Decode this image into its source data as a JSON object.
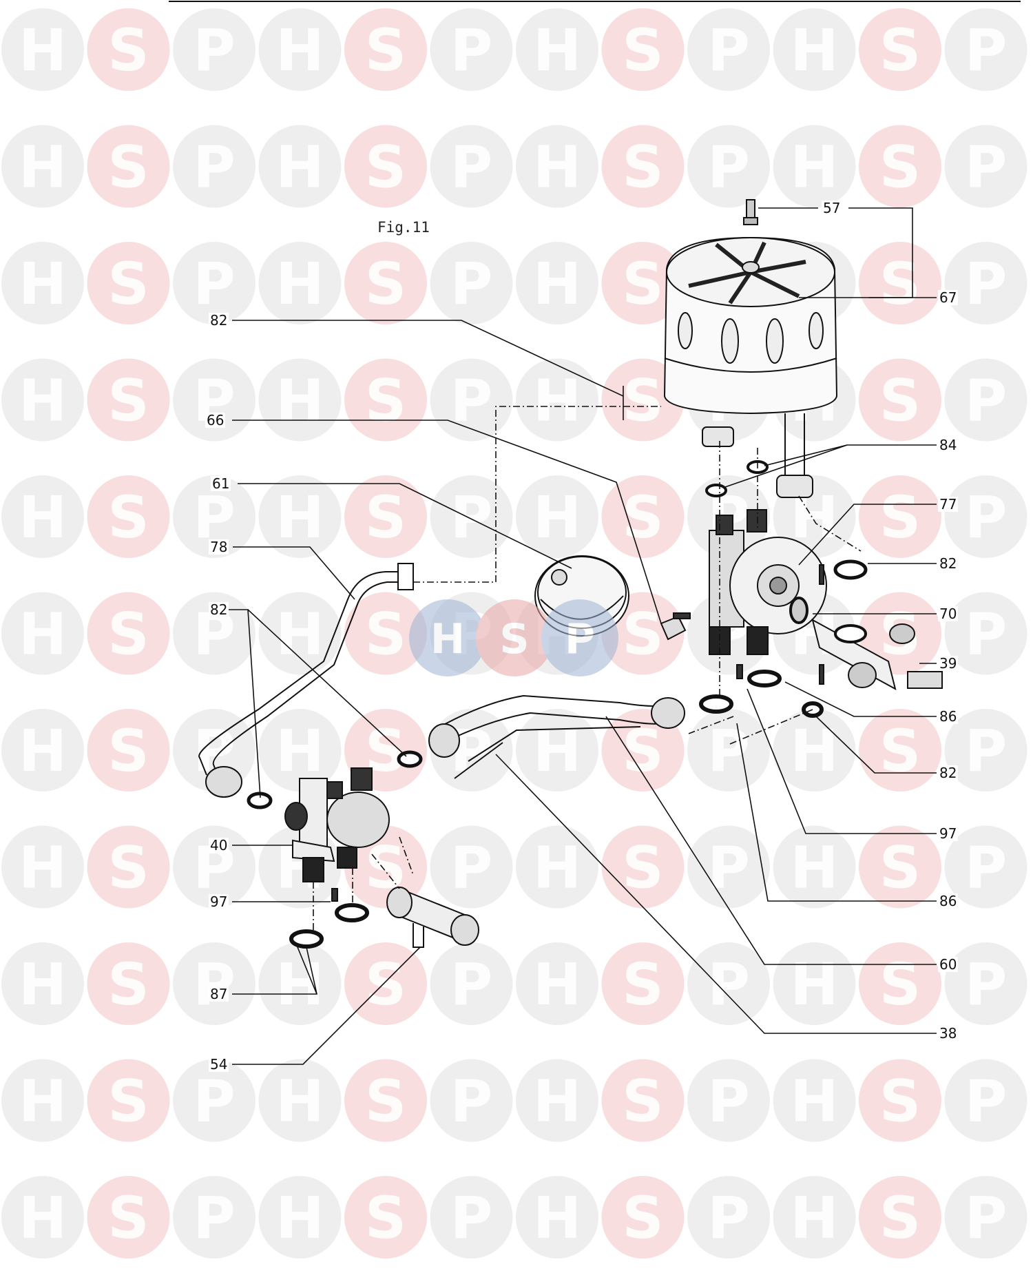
{
  "figure_title": "Fig.11",
  "watermark": {
    "letters": [
      "H",
      "S",
      "P"
    ],
    "colors": {
      "H": "#cfcfcf",
      "S": "#f2c2c2",
      "P": "#cfcfcf"
    }
  },
  "center_logo": {
    "letters": [
      "H",
      "S",
      "P"
    ],
    "colors": {
      "H": "#9fb4d6",
      "S": "#e9a7a7",
      "P": "#9fb4d6"
    }
  },
  "callouts_right": [
    "57",
    "67",
    "84",
    "77",
    "82",
    "70",
    "39",
    "86",
    "82",
    "97",
    "86",
    "60",
    "38"
  ],
  "callouts_left": [
    "82",
    "66",
    "61",
    "78",
    "82",
    "40",
    "97",
    "87",
    "54"
  ],
  "colors": {
    "line": "#111111",
    "ink": "#1a1a1a"
  }
}
